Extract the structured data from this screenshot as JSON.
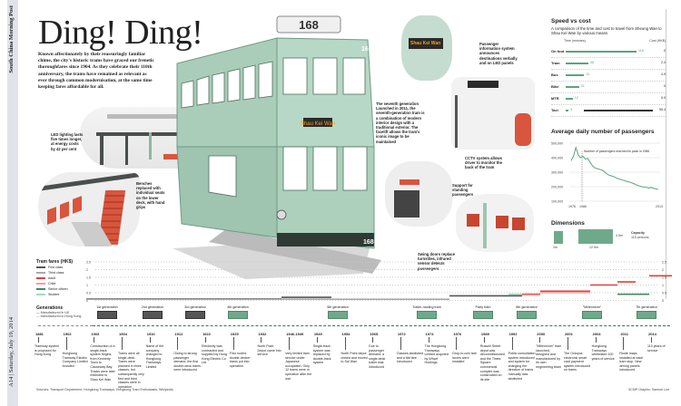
{
  "masthead": {
    "paper": "South China Morning Post",
    "folio": "A14 | Saturday, July 19, 2014"
  },
  "title": "Ding! Ding!",
  "intro": "Known affectionately by their reassuringly familiar chime, the city's historic trams have graced our frenetic thoroughfares since 1904. As they celebrate their 110th anniversary, the trams have remained as relevant as ever through common modernisation, at the same time keeping fares affordable for all.",
  "tram": {
    "route_number": "168",
    "destination": "Shau Kei Wan",
    "fleet_number": "168"
  },
  "callouts": {
    "led": "LED lighting lasts five times longer, at energy costs by 42 per cent",
    "benches": "Benches replaced with individual seats on the lower deck, with hand grips",
    "passenger_info": "Passenger information system announces destinations verbally and on LED panels",
    "seventh_gen_title": "The seventh generation",
    "seventh_gen_body": "Launched in 2011, the seventh-generation tram is a combination of modern interior design with a traditional exterior. The facelift allows the tram's iconic image to be maintained",
    "cctv": "CCTV system allows driver to monitor the back of the tram",
    "support": "Support for standing passengers",
    "doors": "Swing doors replace turnstiles, infrared sensor detects passengers"
  },
  "speed_cost": {
    "title": "Speed vs cost",
    "subtitle": "A comparison of the time and cost to travel from Sheung Wan to Shau Kei Wan by various means",
    "time_header": "Time (minutes)",
    "cost_header": "Cost (HK$)",
    "rows": [
      {
        "mode": "On foot",
        "time": 118,
        "cost": "0"
      },
      {
        "mode": "Tram",
        "time": 38,
        "cost": "2.3"
      },
      {
        "mode": "Bus",
        "time": 31,
        "cost": "4.9"
      },
      {
        "mode": "Bike",
        "time": 22,
        "cost": "0"
      },
      {
        "mode": "MTR",
        "time": 12,
        "cost": "5.9"
      },
      {
        "mode": "Taxi",
        "time": 5,
        "cost": "95.4"
      }
    ],
    "accent": "#5aa47f"
  },
  "passengers": {
    "title": "Average daily number of passengers",
    "y_ticks": [
      "500,000",
      "400,000",
      "300,000",
      "200,000",
      "100,000"
    ],
    "x_ticks": [
      "1976",
      "1986",
      "2013"
    ],
    "annotation": "Number of passengers reached its peak in 1986",
    "series": [
      380,
      410,
      470,
      420,
      400,
      410,
      390,
      395,
      370,
      345,
      330,
      325,
      320,
      315,
      305,
      290,
      280,
      275,
      270,
      262,
      255,
      250,
      245,
      240,
      235,
      230,
      225,
      218,
      210,
      205,
      200,
      198,
      195,
      190,
      195,
      188,
      185,
      180
    ],
    "line_color": "#5aa47f"
  },
  "dimensions": {
    "title": "Dimensions",
    "width": "2m",
    "length": "12.5m",
    "height": "4.5m",
    "capacity_label": "Capacity",
    "capacity": "115 persons"
  },
  "fares": {
    "title": "Tram fares (HK$)",
    "y_ticks": [
      "2.5",
      "2",
      "1.5",
      "1",
      "0.5",
      "0"
    ],
    "legend": [
      {
        "label": "First class",
        "color": "#555555"
      },
      {
        "label": "Third class",
        "color": "#aaaaaa"
      },
      {
        "label": "Adult",
        "color": "#e0403a"
      },
      {
        "label": "Child",
        "color": "#f0a0a0"
      },
      {
        "label": "Senior citizen",
        "color": "#3f8a62"
      },
      {
        "label": "Student",
        "color": "#a8d8bf"
      }
    ]
  },
  "generations": {
    "title": "Generations",
    "legend_uk": "Manufactured in UK",
    "legend_hk": "Manufactured in Hong Kong",
    "items": [
      "1st generation",
      "2nd generation",
      "3rd generation",
      "4th generation",
      "5th generation",
      "Trailer-hauling tram",
      "Party tram",
      "6th generation",
      "\"Millennium\"",
      "7th generation"
    ]
  },
  "timeline": [
    {
      "year": "1881",
      "text": "Tramway system is proposed for Hong Kong"
    },
    {
      "year": "1902",
      "text": "Hongkong Tramway Electric Company Limited founded"
    },
    {
      "year": "1903",
      "text": "Construction of a single-track system begins, from Kennedy Town to Causeway Bay. Tracks were later extended to Shau Kei Wan"
    },
    {
      "year": "1904",
      "text": "Trams were all single-deck. Trams were planned in three classes, but subsequently only first and third classes were in operation"
    },
    {
      "year": "1910",
      "text": "Name of the company changed to Hongkong Tramways Limited"
    },
    {
      "year": "1912",
      "text": "Owing to strong passenger demand, the first double-deck trams were introduced"
    },
    {
      "year": "1922",
      "text": "Electricity was contracted and supplied by Hong Kong Electric Co Ltd"
    },
    {
      "year": "1925",
      "text": "First roofed double-decker trams put into operation"
    },
    {
      "year": "1932",
      "text": "North Point Depot came into service"
    },
    {
      "year": "1946-1949",
      "text": "Very limited tram service under Japanese occupation. Only 12 trams were in operation after the war"
    },
    {
      "year": "1949",
      "text": "Single-track system was replaced by double-track system"
    },
    {
      "year": "1954",
      "text": "North Point depot closed and moved to Sai Wan"
    },
    {
      "year": "1965",
      "text": "Due to passenger demand, a single-deck trailer was introduced"
    },
    {
      "year": "1972",
      "text": "Classes abolished and a flat fare introduced"
    },
    {
      "year": "1974",
      "text": "The Hongkong Tramways Limited acquired by Wharf Holdings"
    },
    {
      "year": "1976",
      "text": "Drop-in-coin fare boxes were installed"
    },
    {
      "year": "1989",
      "text": "Russell Street depot was decommissioned and the Times Square commercial complex was constructed on its site"
    },
    {
      "year": "1992",
      "text": "Public consultation system introduced and system for changing the direction of trams manually was abolished"
    },
    {
      "year": "2000",
      "text": "\"Millennium\" tram launched, designed and manufactured by its own engineering team"
    },
    {
      "year": "2001",
      "text": "The Octopus electronic smart card payment system introduced on trams"
    },
    {
      "year": "2004",
      "text": "Hongkong Tramways celebrated 100 years of service"
    },
    {
      "year": "2011",
      "text": "Route maps installed at each tram stop. New driving panels introduced"
    },
    {
      "year": "2014",
      "text": "110 years of service"
    }
  ],
  "credits": {
    "sources": "Sources: Transport Department, Hongkong Tramways, Hongkong Tram Enthusiasts, Wikipedia",
    "byline": "SCMP Graphic: Samuel Lee"
  }
}
